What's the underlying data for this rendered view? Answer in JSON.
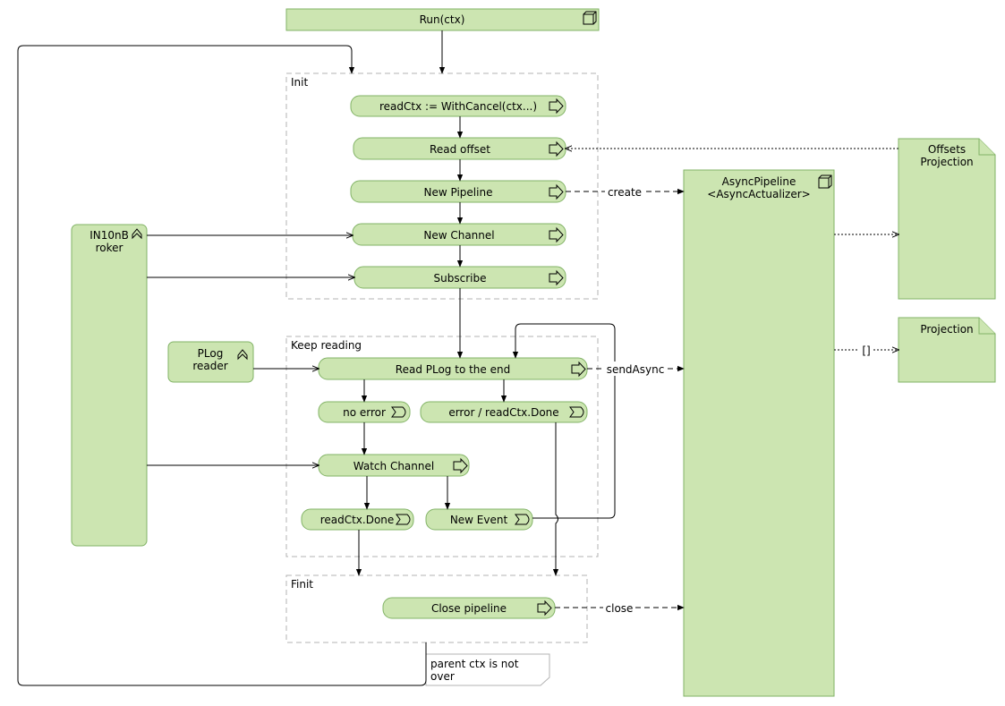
{
  "nodes": {
    "run": "Run(ctx)",
    "read_ctx": "readCtx := WithCancel(ctx...)",
    "read_offset": "Read offset",
    "new_pipeline": "New Pipeline",
    "new_channel": "New Channel",
    "subscribe": "Subscribe",
    "read_plog": "Read PLog to the end",
    "no_error": "no error",
    "error_done": "error / readCtx.Done",
    "watch_channel": "Watch Channel",
    "readctx_done": "readCtx.Done",
    "new_event": "New Event",
    "close_pipeline": "Close pipeline"
  },
  "actors": {
    "broker_line1": "IN10nB",
    "broker_line2": "roker",
    "plog_line1": "PLog",
    "plog_line2": "reader",
    "async_line1": "AsyncPipeline",
    "async_line2": "<AsyncActualizer>",
    "offsets_line1": "Offsets",
    "offsets_line2": "Projection",
    "projection": "Projection"
  },
  "groups": {
    "init": "Init",
    "keep_reading": "Keep reading",
    "finit": "Finit"
  },
  "edge_labels": {
    "create": "create",
    "send_async": "sendAsync",
    "close": "close",
    "brackets": "[]"
  },
  "note": {
    "line1": "parent ctx is not",
    "line2": "over"
  }
}
